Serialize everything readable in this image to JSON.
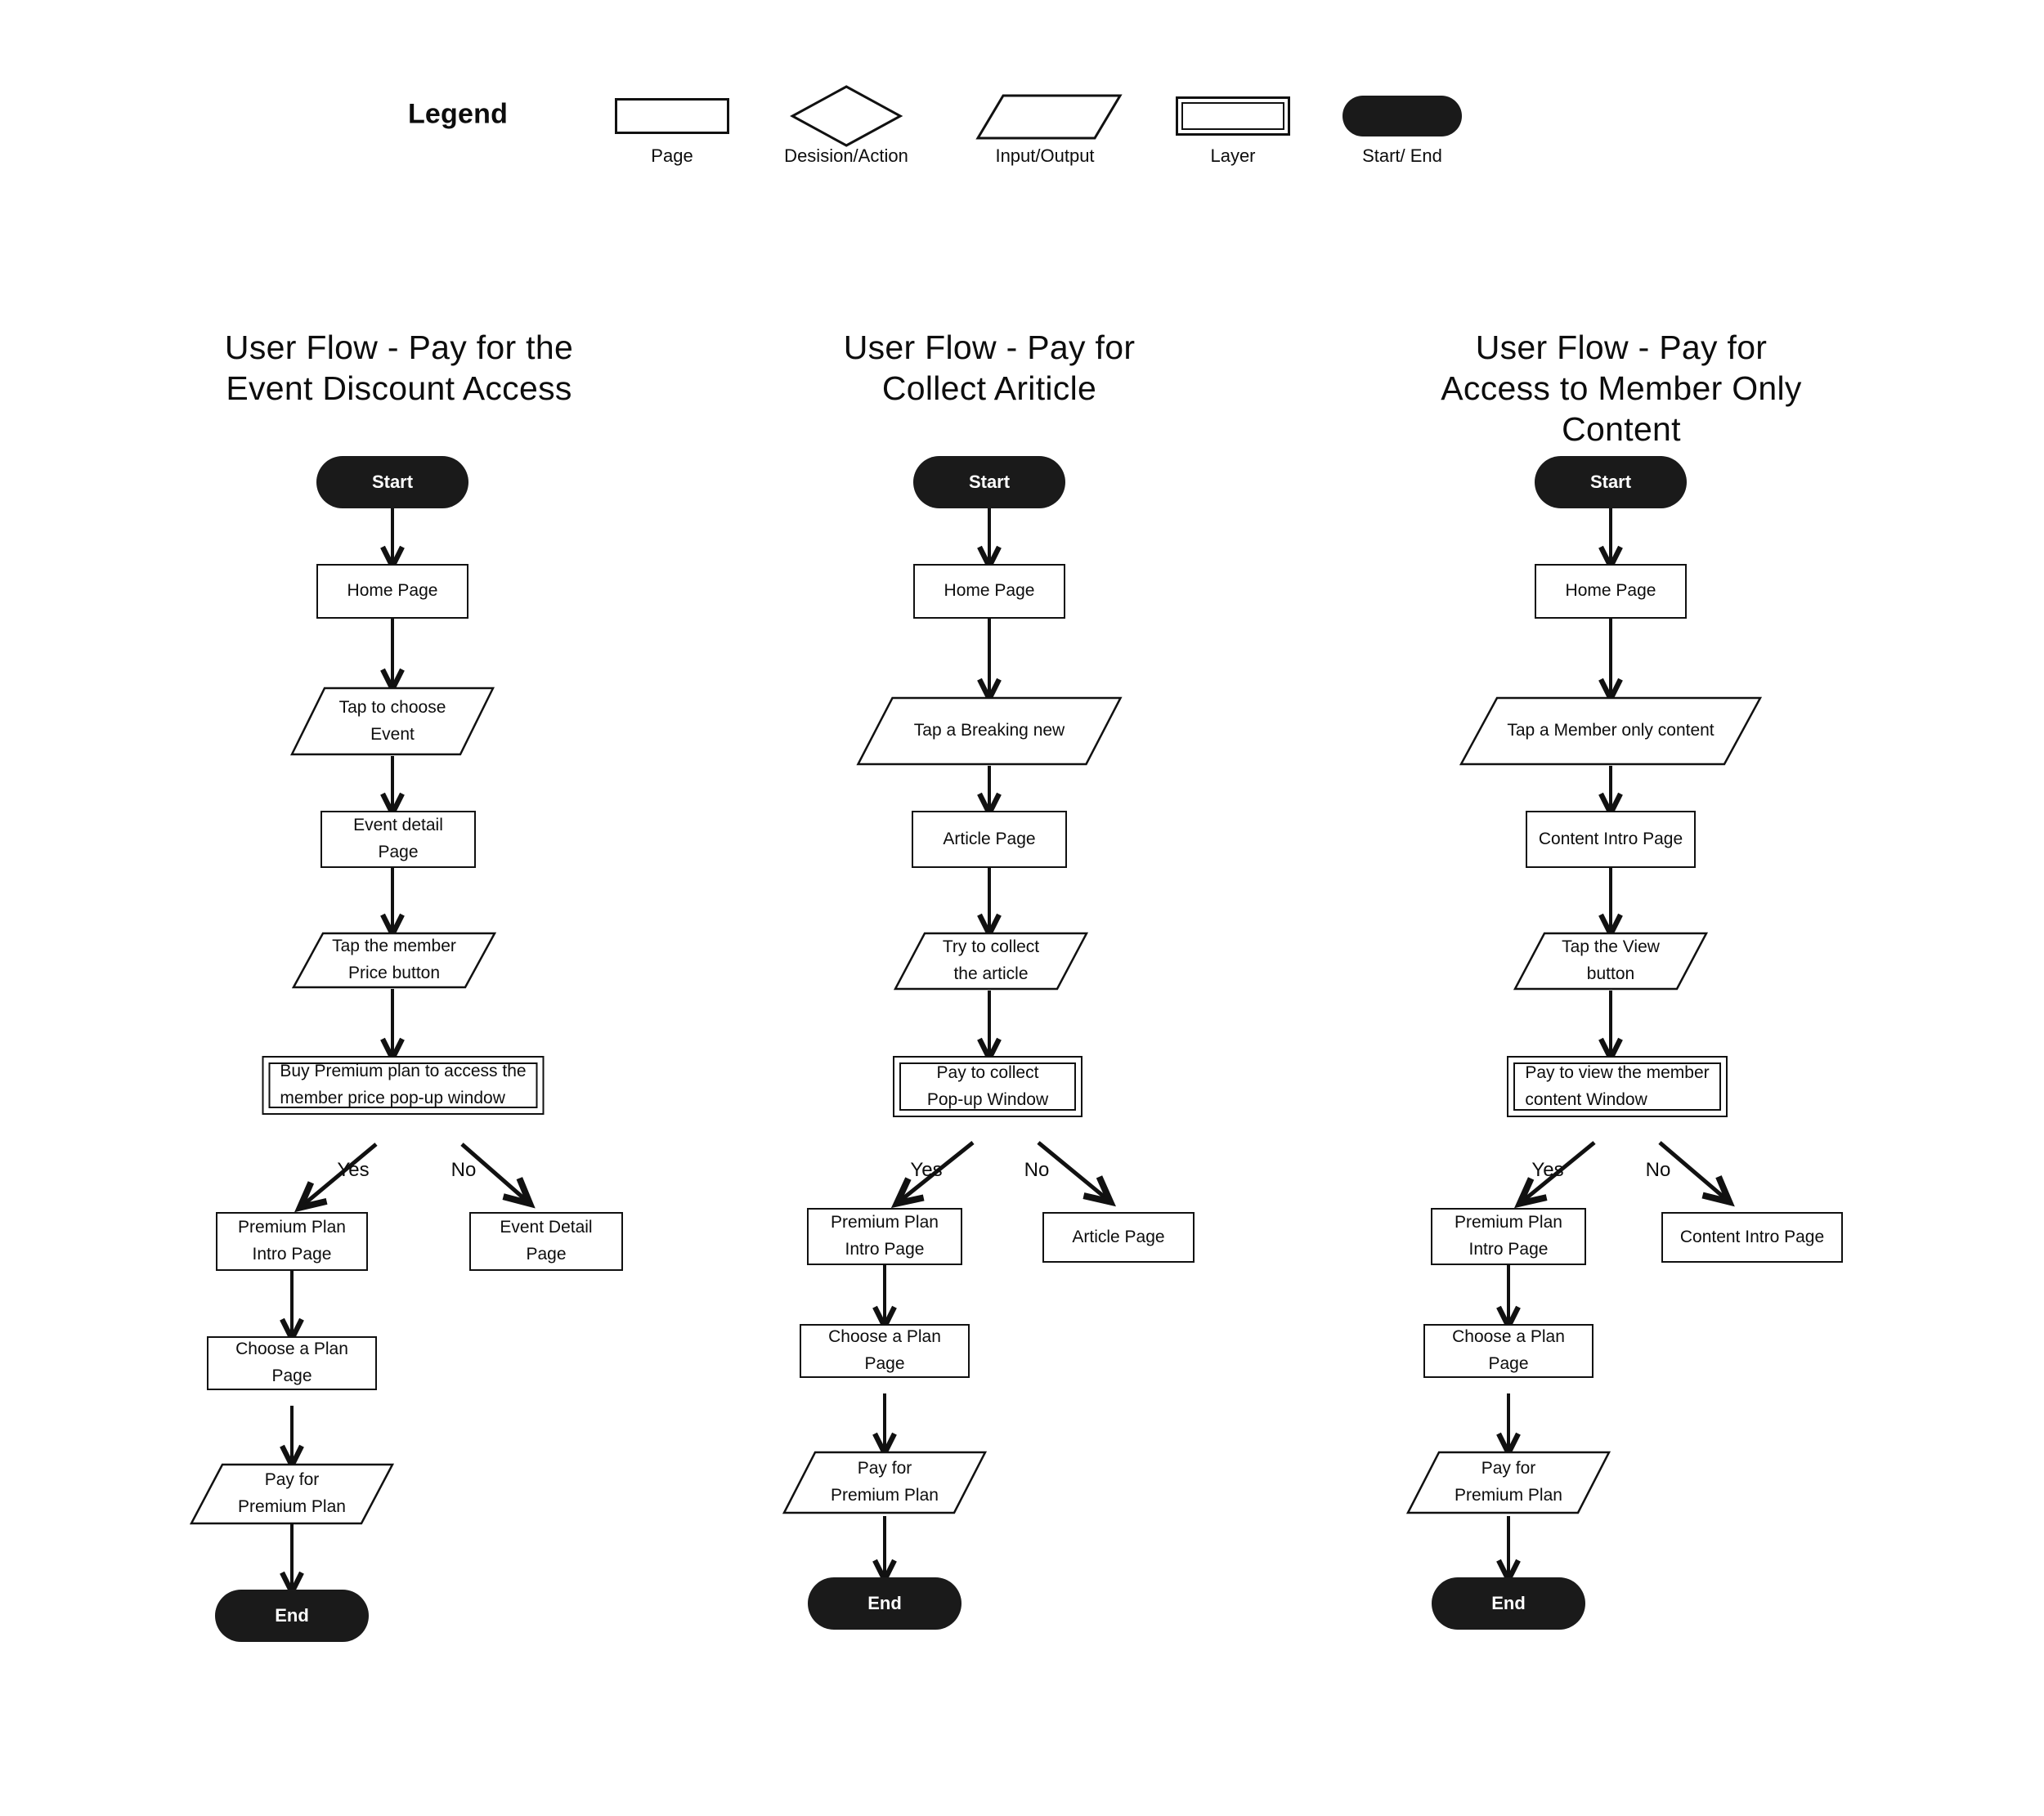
{
  "legend": {
    "title": "Legend",
    "items": [
      {
        "shape": "page",
        "label": "Page"
      },
      {
        "shape": "decision",
        "label": "Desision/Action"
      },
      {
        "shape": "io",
        "label": "Input/Output"
      },
      {
        "shape": "layer",
        "label": "Layer"
      },
      {
        "shape": "terminal",
        "label": "Start/ End"
      }
    ]
  },
  "colors": {
    "ink": "#111111",
    "terminal_fill": "#1a1a1a",
    "terminal_text": "#ffffff",
    "canvas": "#ffffff"
  },
  "flows": [
    {
      "title": "User Flow - Pay for the\nEvent Discount Access",
      "nodes": {
        "start": "Start",
        "home": "Home Page",
        "action1": "Tap to choose\nEvent",
        "page1": "Event detail\nPage",
        "action2": "Tap the member\nPrice  button",
        "layer": "Buy Premium plan to access the\nmember price pop-up window",
        "yes_branch": "Premium Plan\nIntro Page",
        "no_branch": "Event Detail\nPage",
        "plan": "Choose a Plan Page",
        "pay": "Pay for\nPremium Plan",
        "end": "End"
      },
      "branch_labels": {
        "yes": "Yes",
        "no": "No"
      }
    },
    {
      "title": "User Flow - Pay for\nCollect Ariticle",
      "nodes": {
        "start": "Start",
        "home": "Home Page",
        "action1": "Tap a Breaking new",
        "page1": "Article Page",
        "action2": "Try to collect\nthe article",
        "layer": "Pay to collect\nPop-up Window",
        "yes_branch": "Premium Plan\nIntro Page",
        "no_branch": "Article Page",
        "plan": "Choose a Plan Page",
        "pay": "Pay for\nPremium Plan",
        "end": "End"
      },
      "branch_labels": {
        "yes": "Yes",
        "no": "No"
      }
    },
    {
      "title": "User Flow - Pay for\nAccess to Member Only Content",
      "nodes": {
        "start": "Start",
        "home": "Home Page",
        "action1": "Tap a Member only content",
        "page1": "Content  Intro Page",
        "action2": "Tap the View\nbutton",
        "layer": "Pay to view the member\ncontent Window",
        "yes_branch": "Premium Plan\nIntro Page",
        "no_branch": "Content  Intro Page",
        "plan": "Choose a Plan Page",
        "pay": "Pay for\nPremium Plan",
        "end": "End"
      },
      "branch_labels": {
        "yes": "Yes",
        "no": "No"
      }
    }
  ]
}
